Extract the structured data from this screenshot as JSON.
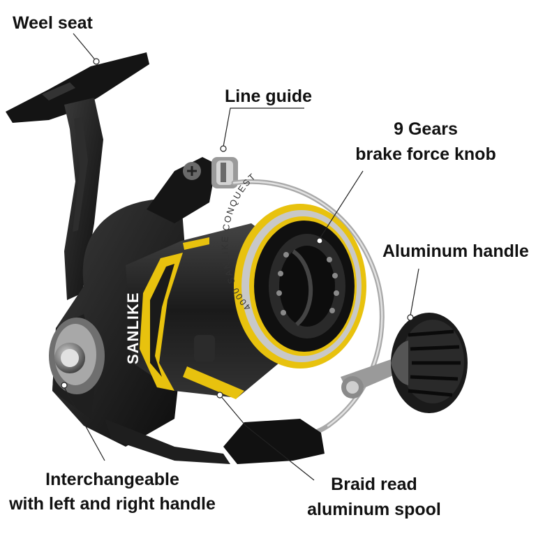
{
  "labels": {
    "reel_seat": "Weel seat",
    "line_guide": "Line guide",
    "knob_line1": "9 Gears",
    "knob_line2": "brake force knob",
    "handle": "Aluminum handle",
    "interchange_line1": "Interchangeable",
    "interchange_line2": "with left and right handle",
    "spool_line1": "Braid read",
    "spool_line2": "aluminum spool"
  },
  "reel": {
    "brand": "SANLIKE",
    "spool_ring_text": "4000  SANLIKE  CONQUEST",
    "accent_color": "#e8c20e",
    "body_color": "#1a1a1a",
    "metal_color": "#b9b9b9"
  }
}
